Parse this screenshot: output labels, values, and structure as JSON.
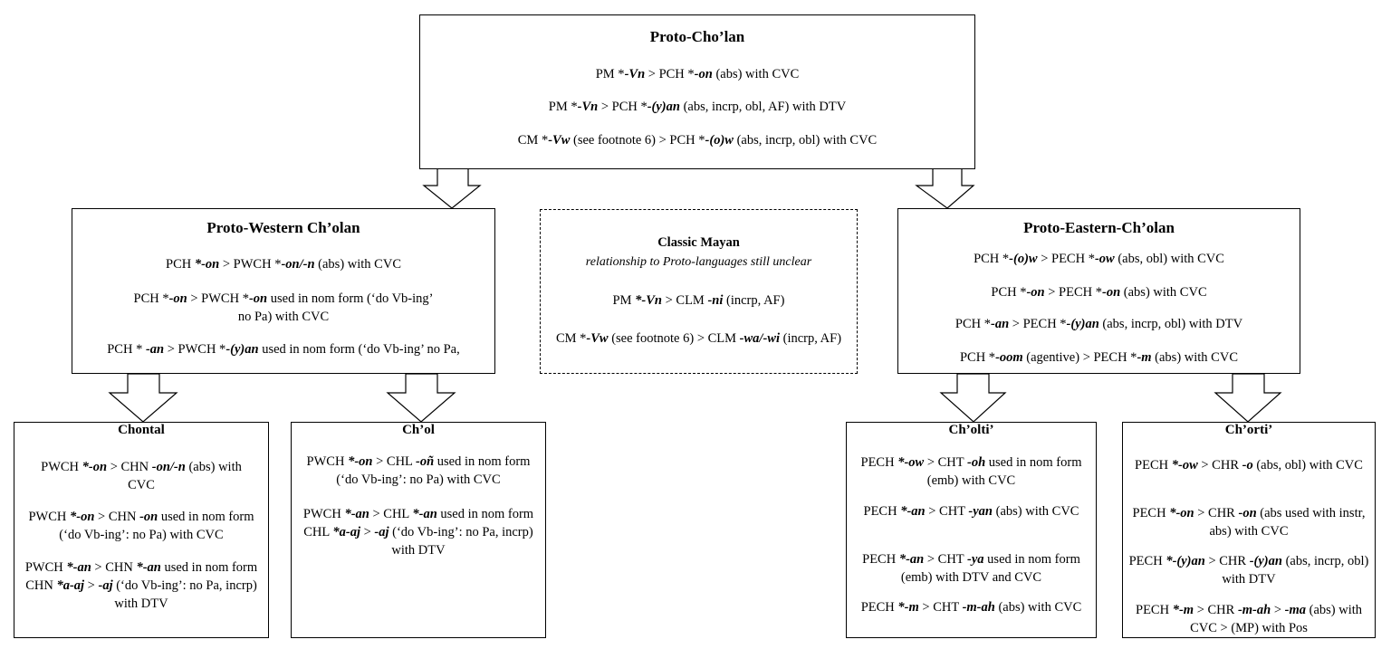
{
  "proto_cholan": {
    "title": "Proto-Cho’lan",
    "lines": [
      [
        {
          "t": "PM *"
        },
        {
          "t": "-Vn",
          "s": "bi"
        },
        {
          "t": " > PCH *"
        },
        {
          "t": "-on",
          "s": "bi"
        },
        {
          "t": " (abs) with CVC"
        }
      ],
      [
        {
          "t": "PM *"
        },
        {
          "t": "-Vn",
          "s": "bi"
        },
        {
          "t": " > PCH *"
        },
        {
          "t": "-(y)an",
          "s": "bi"
        },
        {
          "t": " (abs, incrp, obl, AF) with DTV"
        }
      ],
      [
        {
          "t": "CM *"
        },
        {
          "t": "-Vw",
          "s": "bi"
        },
        {
          "t": " (see footnote 6) > PCH *"
        },
        {
          "t": "-(o)w",
          "s": "bi"
        },
        {
          "t": " (abs, incrp, obl) with CVC"
        }
      ]
    ]
  },
  "proto_western": {
    "title": "Proto-Western Ch’olan",
    "lines": [
      [
        {
          "t": "PCH "
        },
        {
          "t": "*-on",
          "s": "bi"
        },
        {
          "t": " > PWCH *"
        },
        {
          "t": "-on/-n",
          "s": "bi"
        },
        {
          "t": " (abs) with CVC"
        }
      ],
      [
        {
          "t": "PCH *"
        },
        {
          "t": "-on",
          "s": "bi"
        },
        {
          "t": " > PWCH *"
        },
        {
          "t": "-on",
          "s": "bi"
        },
        {
          "t": " used in nom form (‘do Vb-ing’ no Pa) with CVC"
        }
      ],
      [
        {
          "t": "PCH * "
        },
        {
          "t": "-an",
          "s": "bi"
        },
        {
          "t": " > PWCH *"
        },
        {
          "t": "-(y)an",
          "s": "bi"
        },
        {
          "t": " used in nom form (‘do Vb-ing’ no Pa,"
        }
      ]
    ]
  },
  "classic_mayan": {
    "title": "Classic Mayan",
    "subtitle": "relationship to Proto-languages still unclear",
    "lines": [
      [
        {
          "t": "PM "
        },
        {
          "t": "*-Vn",
          "s": "bi"
        },
        {
          "t": " > CLM "
        },
        {
          "t": "-ni",
          "s": "bi"
        },
        {
          "t": " (incrp, AF)"
        }
      ],
      [
        {
          "t": "CM *"
        },
        {
          "t": "-Vw",
          "s": "bi"
        },
        {
          "t": " (see footnote 6) > CLM "
        },
        {
          "t": "-wa/-wi",
          "s": "bi"
        },
        {
          "t": " (incrp, AF)"
        }
      ]
    ]
  },
  "proto_eastern": {
    "title": "Proto-Eastern-Ch’olan",
    "lines": [
      [
        {
          "t": "PCH *"
        },
        {
          "t": "-(o)w",
          "s": "bi"
        },
        {
          "t": " > PECH *"
        },
        {
          "t": "-ow",
          "s": "bi"
        },
        {
          "t": " (abs, obl) with CVC"
        }
      ],
      [
        {
          "t": "PCH *"
        },
        {
          "t": "-on",
          "s": "bi"
        },
        {
          "t": " > PECH *"
        },
        {
          "t": "-on",
          "s": "bi"
        },
        {
          "t": " (abs) with CVC"
        }
      ],
      [
        {
          "t": "PCH *"
        },
        {
          "t": "-an",
          "s": "bi"
        },
        {
          "t": " > PECH *"
        },
        {
          "t": "-(y)an",
          "s": "bi"
        },
        {
          "t": " (abs, incrp, obl) with DTV"
        }
      ],
      [
        {
          "t": "PCH *"
        },
        {
          "t": "-oom",
          "s": "bi"
        },
        {
          "t": " (agentive) > PECH *"
        },
        {
          "t": "-m",
          "s": "bi"
        },
        {
          "t": " (abs) with CVC"
        }
      ]
    ]
  },
  "chontal": {
    "title": "Chontal",
    "lines": [
      [
        {
          "t": "PWCH "
        },
        {
          "t": "*-on",
          "s": "bi"
        },
        {
          "t": " > CHN "
        },
        {
          "t": "-on/-n",
          "s": "bi"
        },
        {
          "t": " (abs) with CVC"
        }
      ],
      [
        {
          "t": "PWCH "
        },
        {
          "t": "*-on",
          "s": "bi"
        },
        {
          "t": " > CHN "
        },
        {
          "t": "-on",
          "s": "bi"
        },
        {
          "t": " used in nom form (‘do Vb-ing’: no Pa) with CVC"
        }
      ],
      [
        {
          "t": "PWCH "
        },
        {
          "t": "*-an",
          "s": "bi"
        },
        {
          "t": " > CHN "
        },
        {
          "t": "*-an",
          "s": "bi"
        },
        {
          "t": " used in nom form CHN "
        },
        {
          "t": "*a-aj",
          "s": "bi"
        },
        {
          "t": " > "
        },
        {
          "t": "-aj",
          "s": "bi"
        },
        {
          "t": " (‘do Vb-ing’: no Pa, incrp) with DTV"
        }
      ]
    ]
  },
  "chol": {
    "title": "Ch’ol",
    "lines": [
      [
        {
          "t": "PWCH "
        },
        {
          "t": "*-on",
          "s": "bi"
        },
        {
          "t": " > CHL "
        },
        {
          "t": "-oñ",
          "s": "bi"
        },
        {
          "t": " used in nom form (‘do Vb-ing’: no Pa) with CVC"
        }
      ],
      [
        {
          "t": "PWCH "
        },
        {
          "t": "*-an",
          "s": "bi"
        },
        {
          "t": " > CHL "
        },
        {
          "t": "*-an",
          "s": "bi"
        },
        {
          "t": " used in nom form CHL "
        },
        {
          "t": "*a-aj",
          "s": "bi"
        },
        {
          "t": " > "
        },
        {
          "t": "-aj",
          "s": "bi"
        },
        {
          "t": " (‘do Vb-ing’: no Pa, incrp) with DTV"
        }
      ]
    ]
  },
  "cholti": {
    "title": "Ch’olti’",
    "lines": [
      [
        {
          "t": "PECH "
        },
        {
          "t": "*-ow",
          "s": "bi"
        },
        {
          "t": " > CHT "
        },
        {
          "t": "-oh",
          "s": "bi"
        },
        {
          "t": " used in nom form (emb) with CVC"
        }
      ],
      [
        {
          "t": "PECH "
        },
        {
          "t": "*-an",
          "s": "bi"
        },
        {
          "t": " > CHT "
        },
        {
          "t": "-yan",
          "s": "bi"
        },
        {
          "t": " (abs) with CVC"
        }
      ],
      [
        {
          "t": "PECH "
        },
        {
          "t": "*-an",
          "s": "bi"
        },
        {
          "t": " > CHT "
        },
        {
          "t": "-ya",
          "s": "bi"
        },
        {
          "t": " used in nom form (emb) with DTV and CVC"
        }
      ],
      [
        {
          "t": "PECH "
        },
        {
          "t": "*-m",
          "s": "bi"
        },
        {
          "t": "  > CHT "
        },
        {
          "t": "-m-ah",
          "s": "bi"
        },
        {
          "t": " (abs) with CVC"
        }
      ]
    ]
  },
  "chorti": {
    "title": "Ch’orti’",
    "lines": [
      [
        {
          "t": "PECH "
        },
        {
          "t": "*-ow",
          "s": "bi"
        },
        {
          "t": " > CHR "
        },
        {
          "t": "-o",
          "s": "bi"
        },
        {
          "t": " (abs, obl) with CVC"
        }
      ],
      [
        {
          "t": "PECH "
        },
        {
          "t": "*-on",
          "s": "bi"
        },
        {
          "t": " > CHR "
        },
        {
          "t": "-on",
          "s": "bi"
        },
        {
          "t": " (abs used with instr, abs) with CVC"
        }
      ],
      [
        {
          "t": "PECH "
        },
        {
          "t": "*-(y)an",
          "s": "bi"
        },
        {
          "t": " > CHR "
        },
        {
          "t": "-(y)an",
          "s": "bi"
        },
        {
          "t": " (abs, incrp, obl) with DTV"
        }
      ],
      [
        {
          "t": "PECH "
        },
        {
          "t": "*-m",
          "s": "bi"
        },
        {
          "t": " > CHR "
        },
        {
          "t": "-m-ah",
          "s": "bi"
        },
        {
          "t": " > "
        },
        {
          "t": "-ma",
          "s": "bi"
        },
        {
          "t": " (abs) with CVC > (MP) with Pos"
        }
      ]
    ]
  }
}
